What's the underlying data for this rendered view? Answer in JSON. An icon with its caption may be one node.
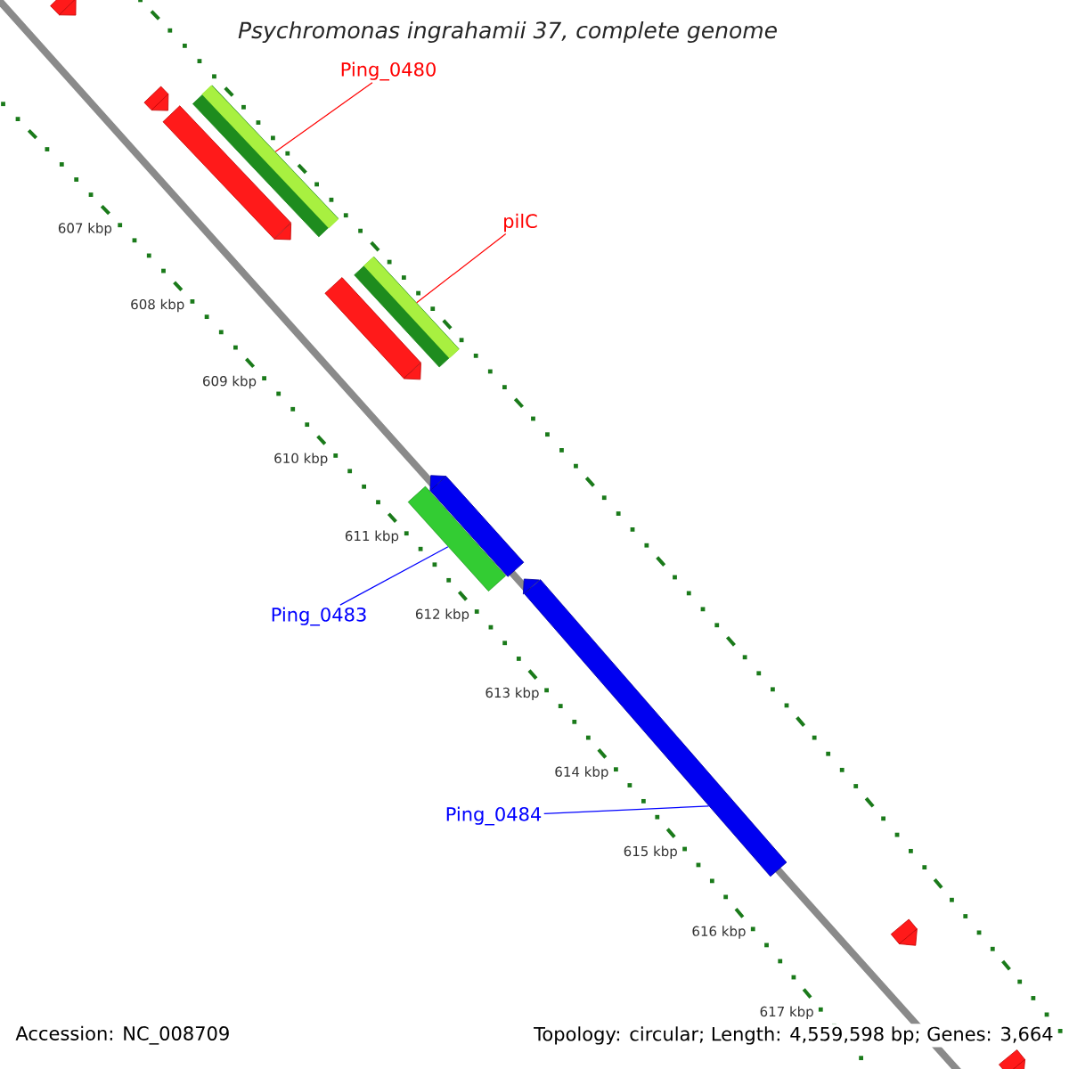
{
  "diagram": {
    "title": "Psychromonas ingrahamii 37, complete genome",
    "nodes": [
      {
        "text": [
          "Ping_0480"
        ]
      },
      {
        "text": [
          "pilC"
        ]
      },
      {
        "text": [
          "Ping_0483"
        ]
      },
      {
        "text": [
          "Ping_0484"
        ]
      },
      {
        "text": [],
        "shape": "arrow"
      },
      {
        "text": [],
        "shape": "arrow"
      },
      {
        "text": [],
        "shape": "bar"
      },
      {
        "text": [],
        "shape": "arrow"
      },
      {
        "text": [],
        "shape": "bar"
      },
      {
        "text": [],
        "shape": "arrow"
      },
      {
        "text": [],
        "shape": "bar"
      },
      {
        "text": [],
        "shape": "arrow"
      },
      {
        "text": [],
        "shape": "arrow"
      },
      {
        "text": [],
        "shape": "arrow"
      },
      {
        "text": [],
        "shape": "arrow"
      }
    ],
    "edges": [
      {
        "from": 0,
        "to": 6,
        "arrow": "none",
        "color": "#ff0000"
      },
      {
        "from": 1,
        "to": 8,
        "arrow": "none",
        "color": "#ff0000"
      },
      {
        "from": 2,
        "to": 10,
        "arrow": "none",
        "color": "#0000ff"
      },
      {
        "from": 3,
        "to": 12,
        "arrow": "none",
        "color": "#0000ff"
      }
    ],
    "labels": [
      "607 kbp",
      "608 kbp",
      "609 kbp",
      "610 kbp",
      "611 kbp",
      "612 kbp",
      "613 kbp",
      "614 kbp",
      "615 kbp",
      "616 kbp",
      "617 kbp",
      "Accession: NC_008709",
      "Topology: circular; Length: 4,559,598 bp; Genes: 3,664"
    ]
  }
}
